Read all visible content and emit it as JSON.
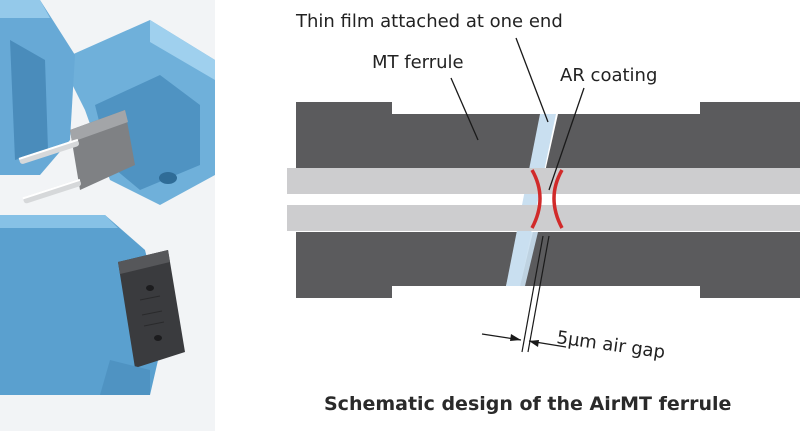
{
  "photo": {
    "subject": "connector-photo"
  },
  "diagram": {
    "labels": {
      "thin_film": "Thin film attached at one end",
      "mt_ferrule": "MT ferrule",
      "ar_coating": "AR coating",
      "air_gap": "5μm air gap"
    },
    "caption": "Schematic design of the AirMT ferrule",
    "colors": {
      "ferrule": "#5b5b5d",
      "fiber": "#cdcdcf",
      "film": "#c9dff0",
      "ar_coating": "#d12a2a",
      "leader": "#1a1a1a",
      "connector_blue": "#6fb0da"
    }
  }
}
